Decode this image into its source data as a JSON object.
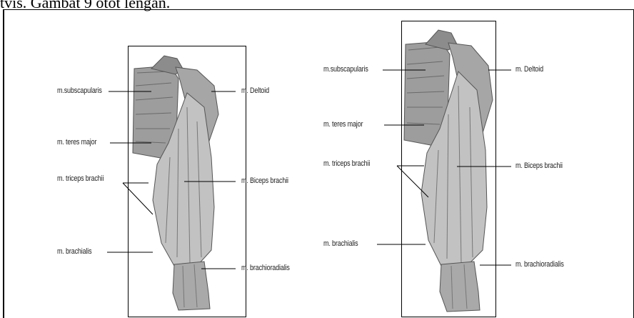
{
  "caption": "tvis. Gambat 9 otot lengan.",
  "figures": [
    {
      "name": "left",
      "labels": {
        "subscapularis": "m.subscapularis",
        "deltoid": "m. Deltoid",
        "teres_major": "m. teres major",
        "triceps": "m.  triceps   brachii",
        "biceps": "m. Biceps brachii",
        "brachialis": "m. brachialis",
        "brachioradialis": "m. brachioradialis"
      }
    },
    {
      "name": "right",
      "labels": {
        "subscapularis": "m.subscapularis",
        "deltoid": "m. Deltoid",
        "teres_major": "m. teres major",
        "triceps": "m.  triceps   brachii",
        "biceps": "m. Biceps brachii",
        "brachialis": "m. brachialis",
        "brachioradialis": "m. brachioradialis"
      }
    }
  ],
  "colors": {
    "ink": "#222222",
    "muscle_fill": "#b8b8b8",
    "muscle_dark": "#555555",
    "line": "#000000"
  }
}
